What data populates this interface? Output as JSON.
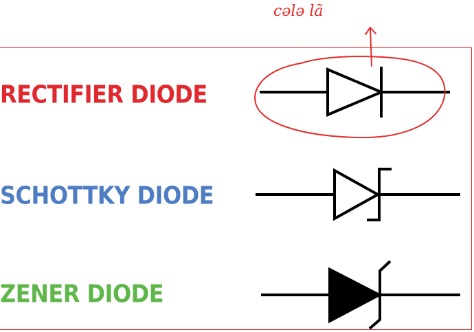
{
  "diodes": [
    {
      "label": "RECTIFIER DIODE",
      "color": "#e0282e",
      "symbol": "rectifier-diode-symbol"
    },
    {
      "label": "SCHOTTKY DIODE",
      "color": "#4f7dc4",
      "symbol": "schottky-diode-symbol"
    },
    {
      "label": "ZENER DIODE",
      "color": "#5fb64a",
      "symbol": "zener-diode-symbol"
    }
  ],
  "annotation": {
    "text": "cələ lã",
    "color": "#e52b2b"
  },
  "symbol_color": "#000000",
  "frame_color": "#e52b2b"
}
